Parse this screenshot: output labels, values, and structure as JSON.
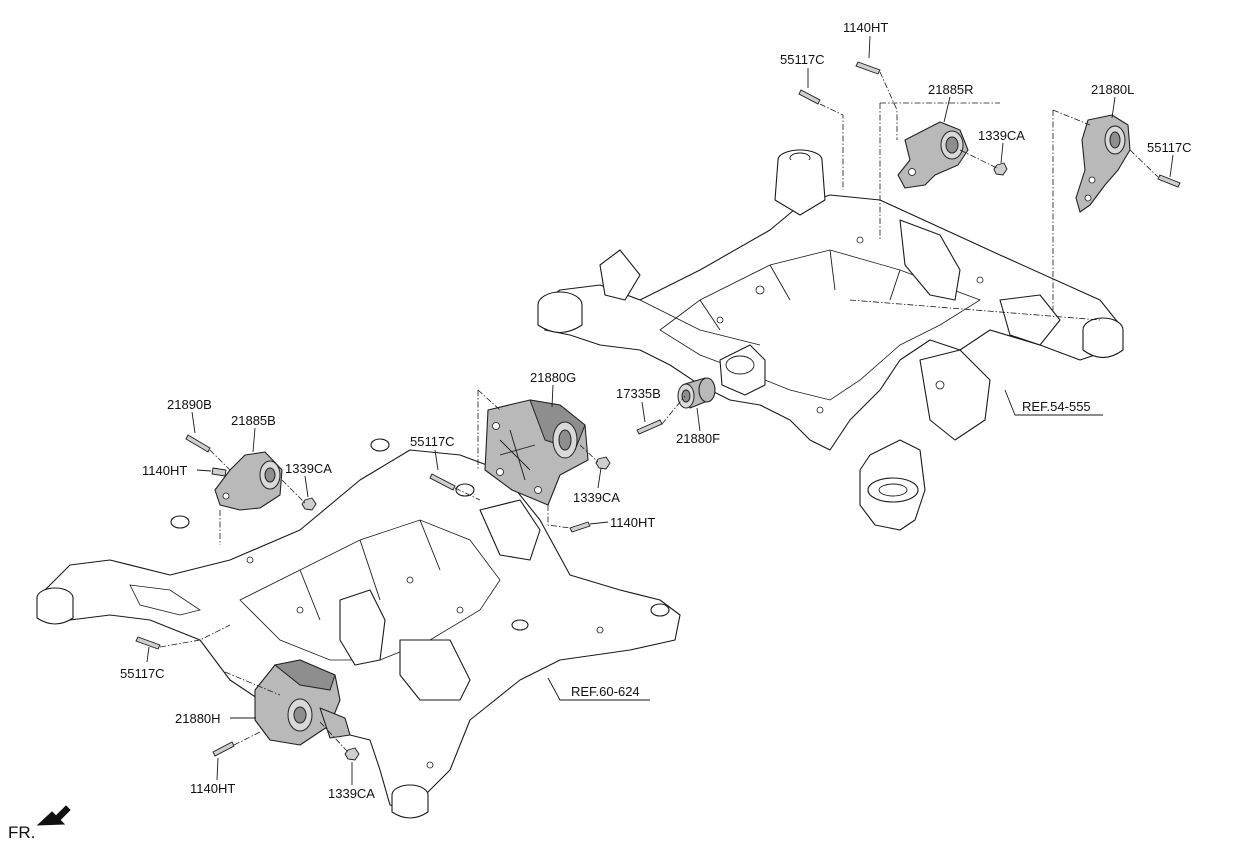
{
  "labels": {
    "p_1140ht_top": "1140HT",
    "p_55117c_top": "55117C",
    "p_21885r": "21885R",
    "p_1339ca_r": "1339CA",
    "p_21880l": "21880L",
    "p_55117c_r": "55117C",
    "p_21880g": "21880G",
    "p_17335b": "17335B",
    "p_21880f": "21880F",
    "p_ref_54": "REF.54-555",
    "p_21890b": "21890B",
    "p_21885b": "21885B",
    "p_1140ht_left": "1140HT",
    "p_1339ca_left": "1339CA",
    "p_55117c_mid": "55117C",
    "p_1339ca_mid": "1339CA",
    "p_1140ht_mid": "1140HT",
    "p_55117c_lower": "55117C",
    "p_ref_60": "REF.60-624",
    "p_21880h": "21880H",
    "p_1140ht_bottom": "1140HT",
    "p_1339ca_bottom": "1339CA",
    "fr_label": "FR."
  },
  "icons": {
    "front_direction": "arrow-down-left-icon"
  }
}
